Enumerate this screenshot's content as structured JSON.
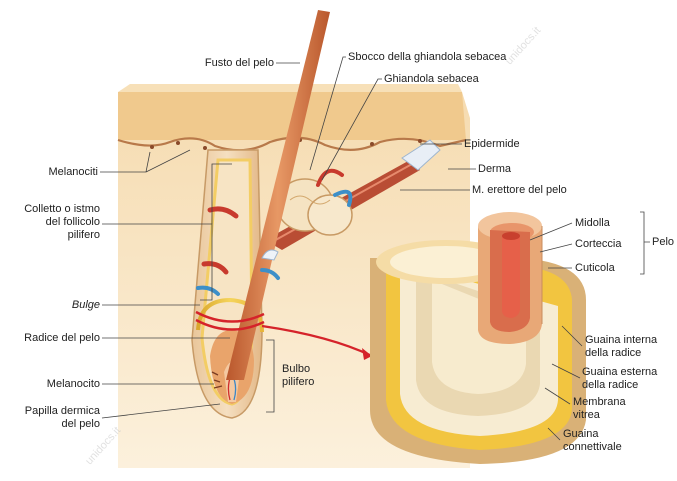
{
  "labels": {
    "fusto": "Fusto del pelo",
    "sbocco": "Sbocco della ghiandola sebacea",
    "ghiandola": "Ghiandola sebacea",
    "melanociti": "Melanociti",
    "epidermide": "Epidermide",
    "derma": "Derma",
    "erettore": "M. erettore del pelo",
    "colletto": "Colletto o istmo\ndel follicolo\npilifero",
    "bulge": "Bulge",
    "radice": "Radice del pelo",
    "bulbo": "Bulbo\npilifero",
    "melanocito": "Melanocito",
    "papilla": "Papilla dermica\ndel pelo",
    "midolla": "Midolla",
    "corteccia": "Corteccia",
    "cuticola": "Cuticola",
    "pelo": "Pelo",
    "guaina_interna": "Guaina interna\ndella radice",
    "guaina_esterna": "Guaina esterna\ndella radice",
    "membrana": "Membrana\nvitrea",
    "guaina_connettivale": "Guaina\nconnettivale"
  },
  "watermark": "unidocs.it",
  "colors": {
    "dermis": "#f6dcae",
    "epidermis": "#f1cd95",
    "hair_shaft": "#d9784a",
    "red_band": "#d5232a",
    "connective": "#eac04a",
    "outer_sheath": "#f4e2b8"
  }
}
